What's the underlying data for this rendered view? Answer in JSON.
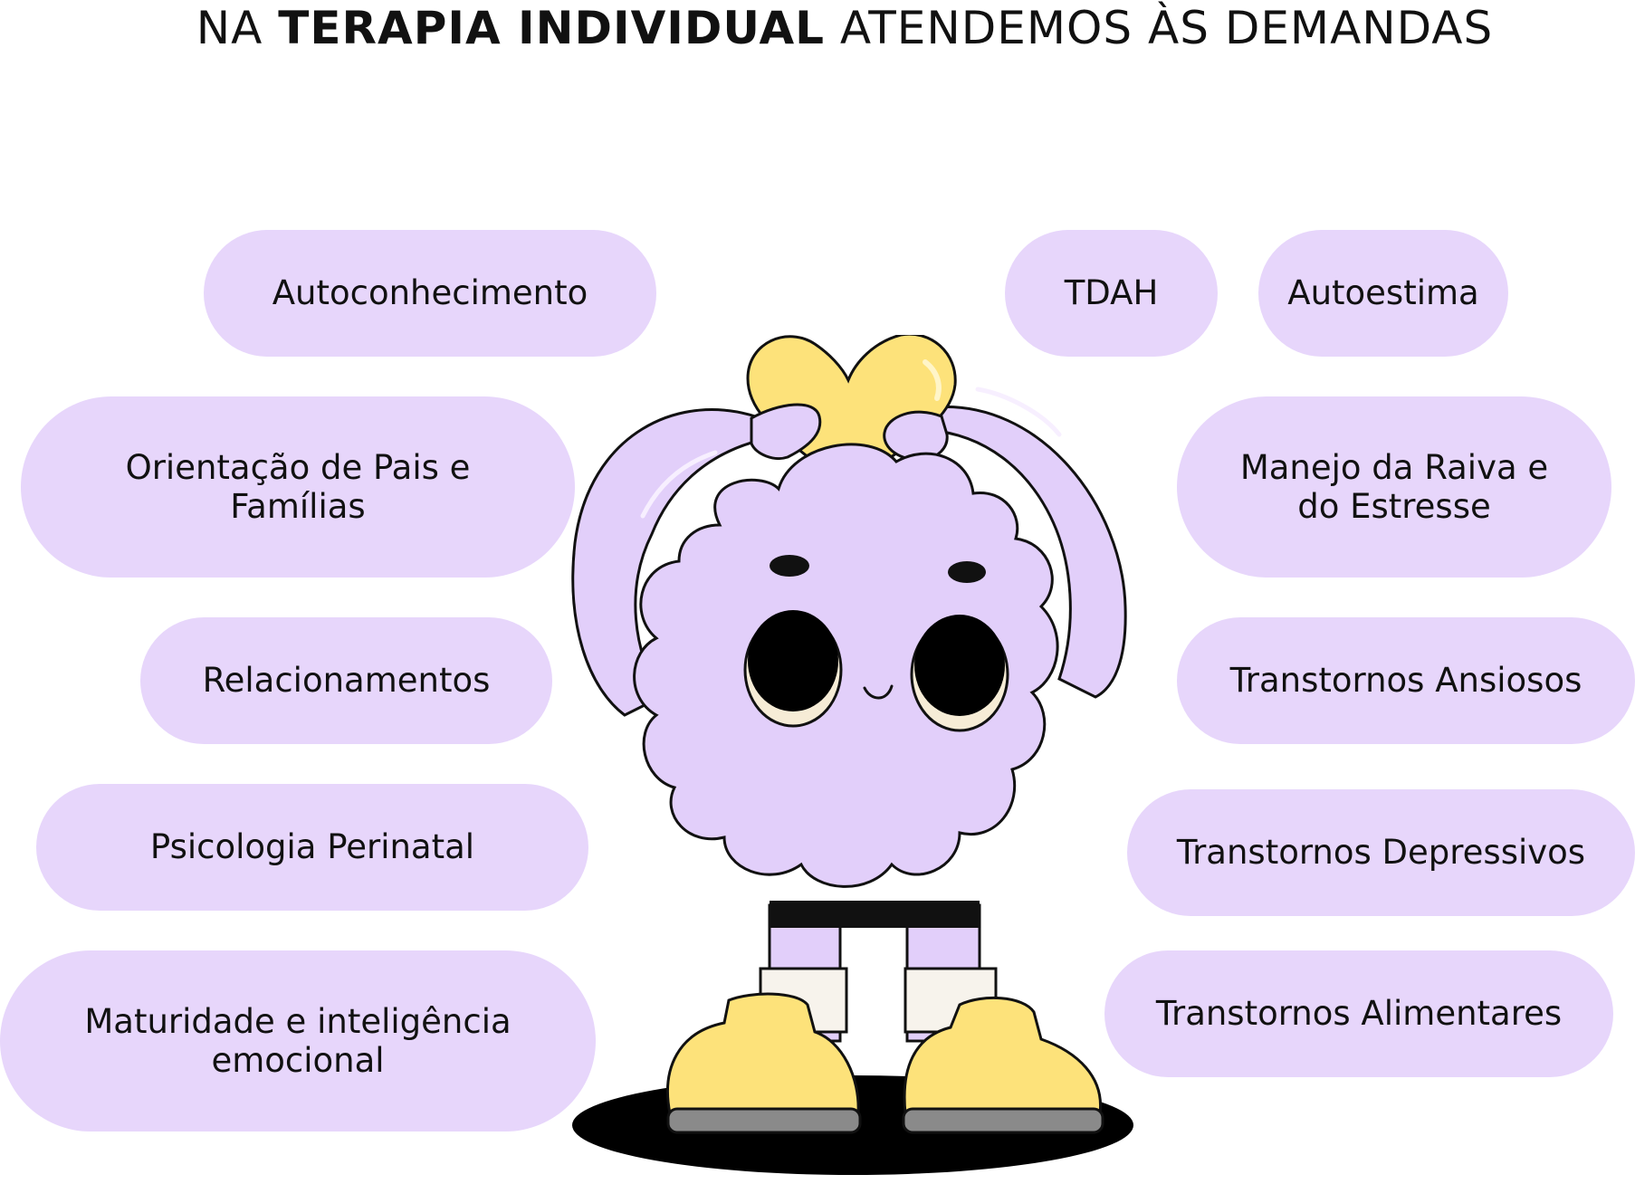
{
  "title": {
    "prefix": "NA ",
    "emphasis": "TERAPIA INDIVIDUAL",
    "suffix": " ATENDEMOS ÀS DEMANDAS"
  },
  "left_topics": [
    {
      "line1": "Autoconhecimento",
      "line2": ""
    },
    {
      "line1": "Orientação de Pais e",
      "line2": "Famílias"
    },
    {
      "line1": "Relacionamentos",
      "line2": ""
    },
    {
      "line1": "Psicologia Perinatal",
      "line2": ""
    },
    {
      "line1": "Maturidade e inteligência",
      "line2": "emocional"
    }
  ],
  "right_topics": [
    {
      "line1": "TDAH",
      "line2": ""
    },
    {
      "line1": "Autoestima",
      "line2": ""
    },
    {
      "line1": "Manejo da Raiva e",
      "line2": "do Estresse"
    },
    {
      "line1": "Transtornos Ansiosos",
      "line2": ""
    },
    {
      "line1": "Transtornos Depressivos",
      "line2": ""
    },
    {
      "line1": "Transtornos Alimentares",
      "line2": ""
    }
  ],
  "colors": {
    "pill": "#e7d6fb",
    "mascot_body": "#e2cffa",
    "heart": "#fde27a",
    "shoe": "#fde27a",
    "outline": "#111111"
  },
  "illustration": {
    "icons": [
      "brain-mascot-icon",
      "heart-icon"
    ]
  }
}
